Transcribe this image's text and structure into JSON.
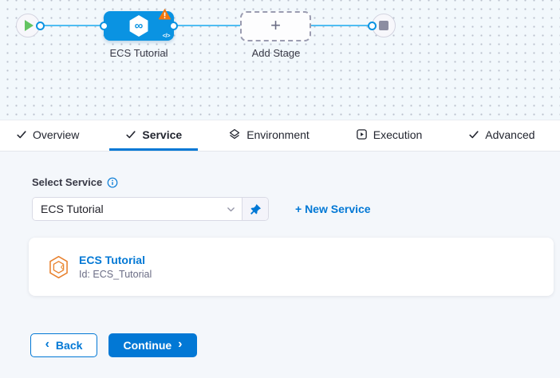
{
  "pipeline": {
    "stage_label": "ECS Tutorial",
    "add_stage_label": "Add Stage",
    "stage_icon": "cd-hexagon-infinity-icon",
    "stage_badges": [
      "warning-triangle-icon",
      "code-icon"
    ],
    "code_glyph": "</>",
    "infinity_glyph": "∞",
    "plus_glyph": "+"
  },
  "tabs": [
    {
      "label": "Overview",
      "icon": "check-icon",
      "active": false
    },
    {
      "label": "Service",
      "icon": "check-icon",
      "active": true
    },
    {
      "label": "Environment",
      "icon": "environment-icon",
      "active": false
    },
    {
      "label": "Execution",
      "icon": "execution-icon",
      "active": false
    },
    {
      "label": "Advanced",
      "icon": "check-icon",
      "active": false
    }
  ],
  "service_form": {
    "label": "Select Service",
    "dropdown_value": "ECS Tutorial",
    "new_service_label": "+ New Service",
    "card": {
      "title": "ECS Tutorial",
      "id": "Id: ECS_Tutorial",
      "icon": "ecs-hexagon-icon"
    }
  },
  "footer": {
    "back_label": "Back",
    "continue_label": "Continue",
    "back_chevron": "‹",
    "continue_chevron": "›"
  },
  "colors": {
    "accent_blue": "#0278d5",
    "node_blue": "#0a93e2",
    "connector_blue": "#4fbdf2",
    "warning_orange": "#f2770d",
    "play_green": "#63c462",
    "stop_gray": "#8c8da1",
    "ecs_orange": "#e8812e",
    "canvas_bg": "#f2f8fc",
    "content_bg": "#f4f7fb"
  }
}
